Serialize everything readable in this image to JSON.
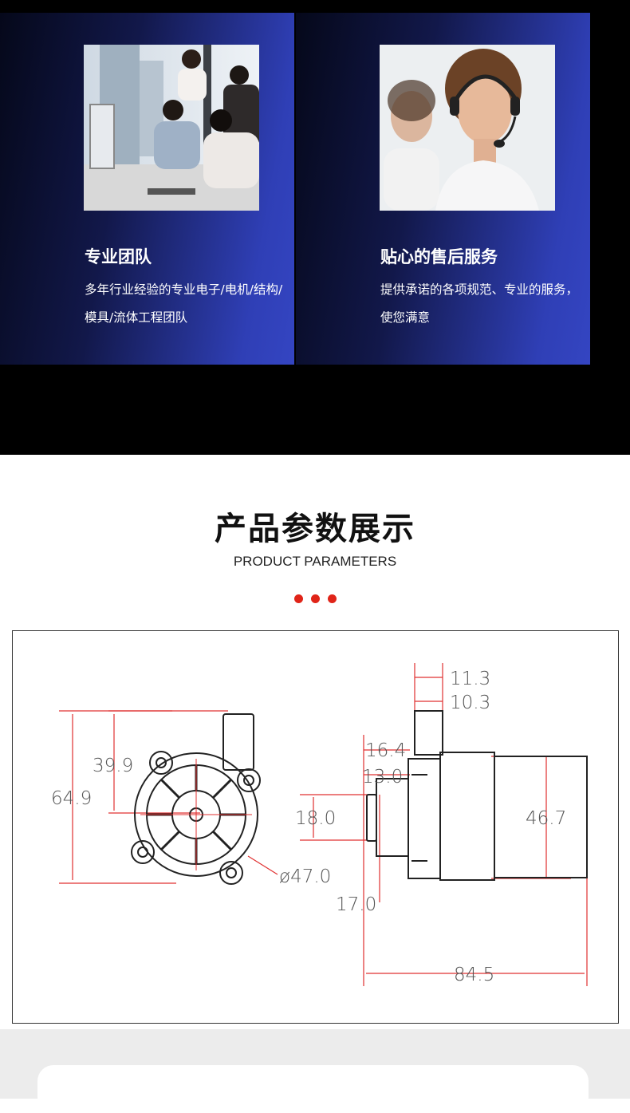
{
  "cards": [
    {
      "title": "专业团队",
      "desc": "多年行业经验的专业电子/电机/结构/模具/流体工程团队"
    },
    {
      "title": "贴心的售后服务",
      "desc": "提供承诺的各项规范、专业的服务，使您满意"
    }
  ],
  "section": {
    "title": "产品参数展示",
    "subtitle": "PRODUCT PARAMETERS"
  },
  "colors": {
    "accent": "#e02418",
    "card_dark": "#05081a",
    "card_blue": "#3445c2"
  },
  "drawing": {
    "dims": {
      "d113": "11.3",
      "d103": "10.3",
      "d399": "39.9",
      "d649": "64.9",
      "d164": "16.4",
      "d130": "13.0",
      "d180": "18.0",
      "d467": "46.7",
      "d470": "ø47.0",
      "d170": "17.0",
      "d845": "84.5"
    }
  }
}
